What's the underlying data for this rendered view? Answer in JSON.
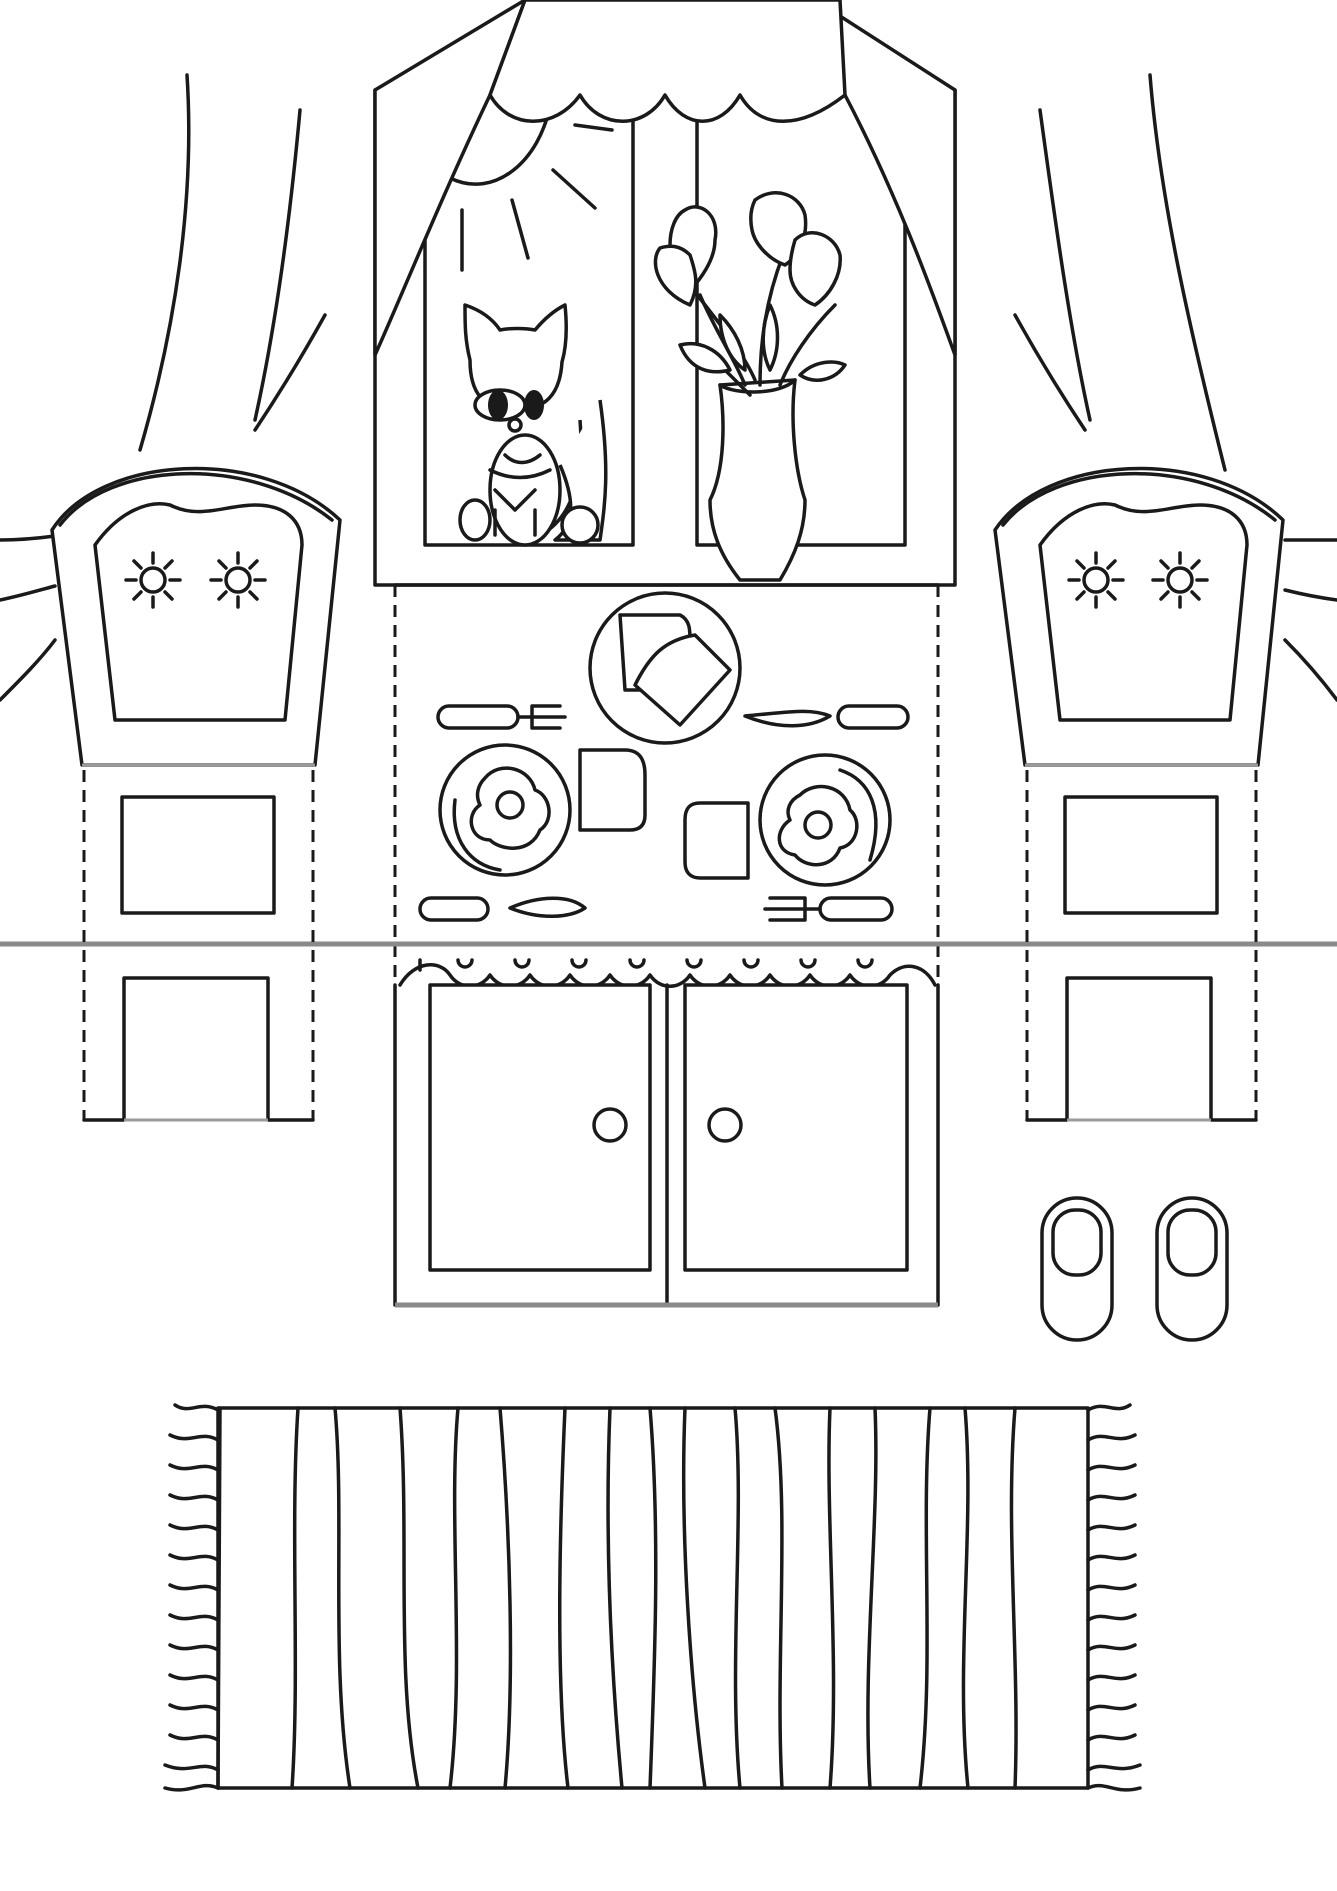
{
  "page": {
    "kind": "printable cut-out coloring page",
    "colors": {
      "line": "#1a1a1a",
      "background": "#ffffff",
      "fold_line": "#8a8a8a"
    }
  },
  "scene": {
    "curtains": {
      "icon": "curtain-icon"
    },
    "window": {
      "icon": "window-icon",
      "sun": "sun-icon"
    },
    "cat": {
      "icon": "cat-icon"
    },
    "vase": {
      "icon": "vase-icon",
      "flowers": "tulip-icon"
    },
    "table": {
      "plates": [
        "toast-plate",
        "egg-plate-left",
        "egg-plate-right"
      ],
      "cutlery": [
        "fork",
        "knife",
        "knife",
        "fork"
      ],
      "cups": 2
    },
    "cabinet": {
      "doors": 2,
      "knobs": 2
    },
    "chairs": 2,
    "slippers": 2,
    "rug": {
      "icon": "rug-icon",
      "fringe": "both-sides"
    }
  }
}
